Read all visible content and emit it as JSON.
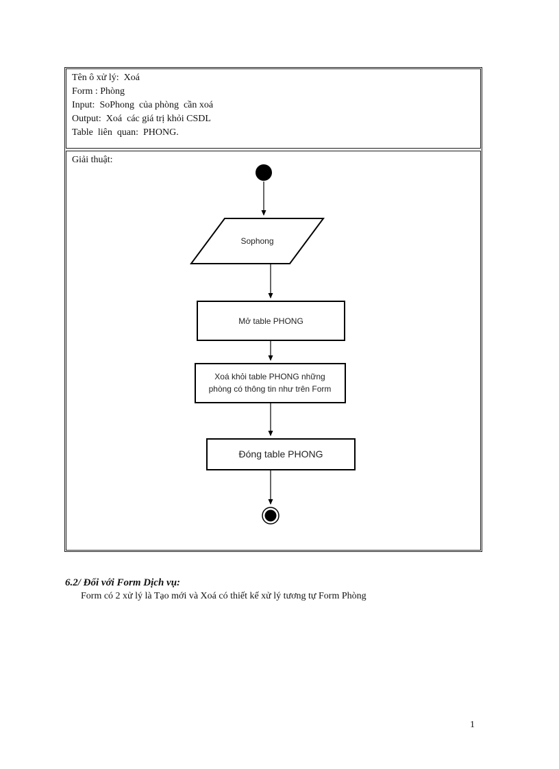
{
  "page": {
    "number": "1"
  },
  "process_table": {
    "header_lines": [
      "Tên ô xử lý:  Xoá",
      "Form : Phòng",
      "Input:  SoPhong  của phòng  cần xoá",
      "Output:  Xoá  các giá trị khỏi CSDL",
      "Table  liên  quan:  PHONG."
    ],
    "algorithm_label": "Giải thuật:"
  },
  "flowchart": {
    "type": "activity-diagram",
    "colors": {
      "ink": "#000000",
      "node_fill": "#ffffff",
      "node_stroke": "#000000"
    },
    "nodes": [
      {
        "id": "start",
        "shape": "filled-circle",
        "label": ""
      },
      {
        "id": "input-sophong",
        "shape": "parallelogram",
        "label": "Sophong"
      },
      {
        "id": "open-table",
        "shape": "rectangle",
        "label": "Mở table PHONG"
      },
      {
        "id": "delete-rows",
        "shape": "rectangle",
        "label": "Xoá khỏi table PHONG những phòng có thông tin như trên Form"
      },
      {
        "id": "close-table",
        "shape": "rectangle",
        "label": "Đóng table PHONG"
      },
      {
        "id": "end",
        "shape": "ringed-filled-circle",
        "label": ""
      }
    ],
    "edges": [
      {
        "from": "start",
        "to": "input-sophong"
      },
      {
        "from": "input-sophong",
        "to": "open-table"
      },
      {
        "from": "open-table",
        "to": "delete-rows"
      },
      {
        "from": "delete-rows",
        "to": "close-table"
      },
      {
        "from": "close-table",
        "to": "end"
      }
    ]
  },
  "section": {
    "heading": "6.2/ Đối với Form Dịch vụ:",
    "body": "Form có 2 xử lý là Tạo mới  và Xoá có thiết kế xử lý tương tự Form Phòng"
  }
}
